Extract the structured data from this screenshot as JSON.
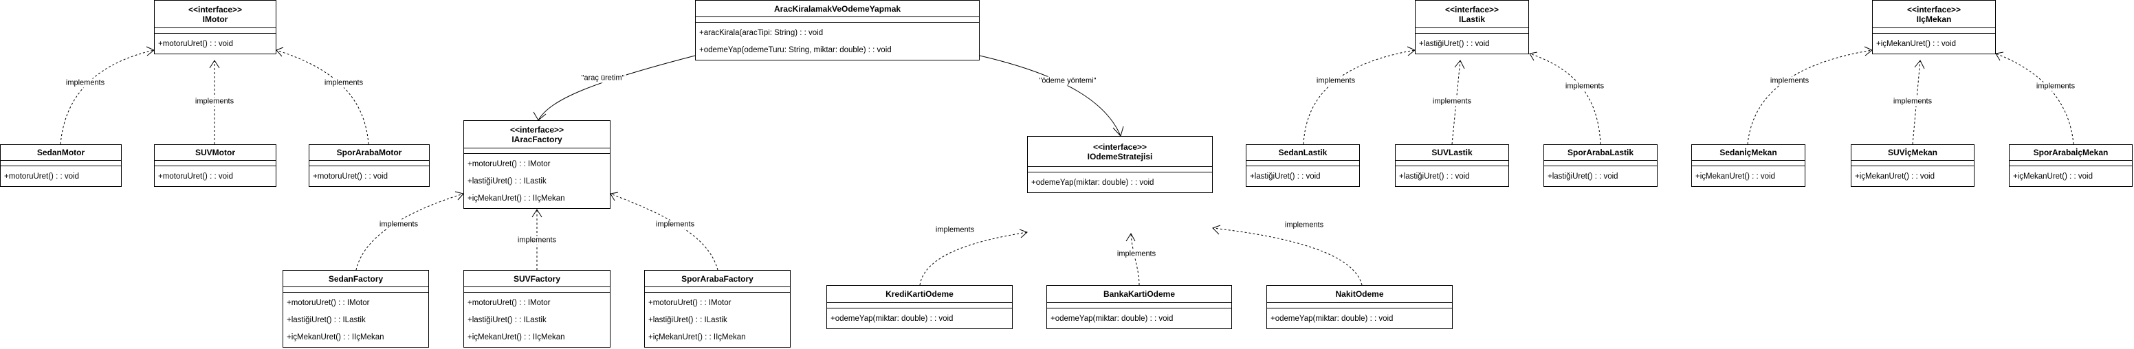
{
  "classes": {
    "imotor": {
      "stereotype": "<<interface>>",
      "name": "IMotor",
      "ops": [
        "+motoruUret() : : void"
      ]
    },
    "sedan_motor": {
      "name": "SedanMotor",
      "ops": [
        "+motoruUret() : : void"
      ]
    },
    "suv_motor": {
      "name": "SUVMotor",
      "ops": [
        "+motoruUret() : : void"
      ]
    },
    "spor_araba_motor": {
      "name": "SporArabaMotor",
      "ops": [
        "+motoruUret() : : void"
      ]
    },
    "arac_kiralama": {
      "name": "AracKiralamakVeOdemeYapmak",
      "ops": [
        "+aracKirala(aracTipi: String) : : void",
        "+odemeYap(odemeTuru: String, miktar: double) : : void"
      ]
    },
    "iarac_factory": {
      "stereotype": "<<interface>>",
      "name": "IAracFactory",
      "ops": [
        "+motoruUret() : : IMotor",
        "+lastiğiUret() : : ILastik",
        "+içMekanUret() : : IIçMekan"
      ]
    },
    "sedan_factory": {
      "name": "SedanFactory",
      "ops": [
        "+motoruUret() : : IMotor",
        "+lastiğiUret() : : ILastik",
        "+içMekanUret() : : IIçMekan"
      ]
    },
    "suv_factory": {
      "name": "SUVFactory",
      "ops": [
        "+motoruUret() : : IMotor",
        "+lastiğiUret() : : ILastik",
        "+içMekanUret() : : IIçMekan"
      ]
    },
    "spor_araba_factory": {
      "name": "SporArabaFactory",
      "ops": [
        "+motoruUret() : : IMotor",
        "+lastiğiUret() : : ILastik",
        "+içMekanUret() : : IIçMekan"
      ]
    },
    "iodeme_stratejisi": {
      "stereotype": "<<interface>>",
      "name": "IOdemeStratejisi",
      "ops": [
        "+odemeYap(miktar: double) : : void"
      ]
    },
    "kredi_karti": {
      "name": "KrediKartiOdeme",
      "ops": [
        "+odemeYap(miktar: double) : : void"
      ]
    },
    "banka_karti": {
      "name": "BankaKartiOdeme",
      "ops": [
        "+odemeYap(miktar: double) : : void"
      ]
    },
    "nakit": {
      "name": "NakitOdeme",
      "ops": [
        "+odemeYap(miktar: double) : : void"
      ]
    },
    "ilastik": {
      "stereotype": "<<interface>>",
      "name": "ILastik",
      "ops": [
        "+lastiğiUret() : : void"
      ]
    },
    "sedan_lastik": {
      "name": "SedanLastik",
      "ops": [
        "+lastiğiUret() : : void"
      ]
    },
    "suv_lastik": {
      "name": "SUVLastik",
      "ops": [
        "+lastiğiUret() : : void"
      ]
    },
    "spor_araba_lastik": {
      "name": "SporArabaLastik",
      "ops": [
        "+lastiğiUret() : : void"
      ]
    },
    "iicmekan": {
      "stereotype": "<<interface>>",
      "name": "IIçMekan",
      "ops": [
        "+içMekanUret() : : void"
      ]
    },
    "sedan_icmekan": {
      "name": "SedanİçMekan",
      "ops": [
        "+içMekanUret() : : void"
      ]
    },
    "suv_icmekan": {
      "name": "SUVİçMekan",
      "ops": [
        "+içMekanUret() : : void"
      ]
    },
    "spor_araba_icmekan": {
      "name": "SporArabaİçMekan",
      "ops": [
        "+içMekanUret() : : void"
      ]
    }
  },
  "edge_labels": {
    "implements": "implements",
    "arac_uretim": "\"araç üretim\"",
    "odeme_yontemi": "\"ödeme yöntemi\""
  },
  "colors": {
    "line": "#000000",
    "background": "#ffffff"
  }
}
